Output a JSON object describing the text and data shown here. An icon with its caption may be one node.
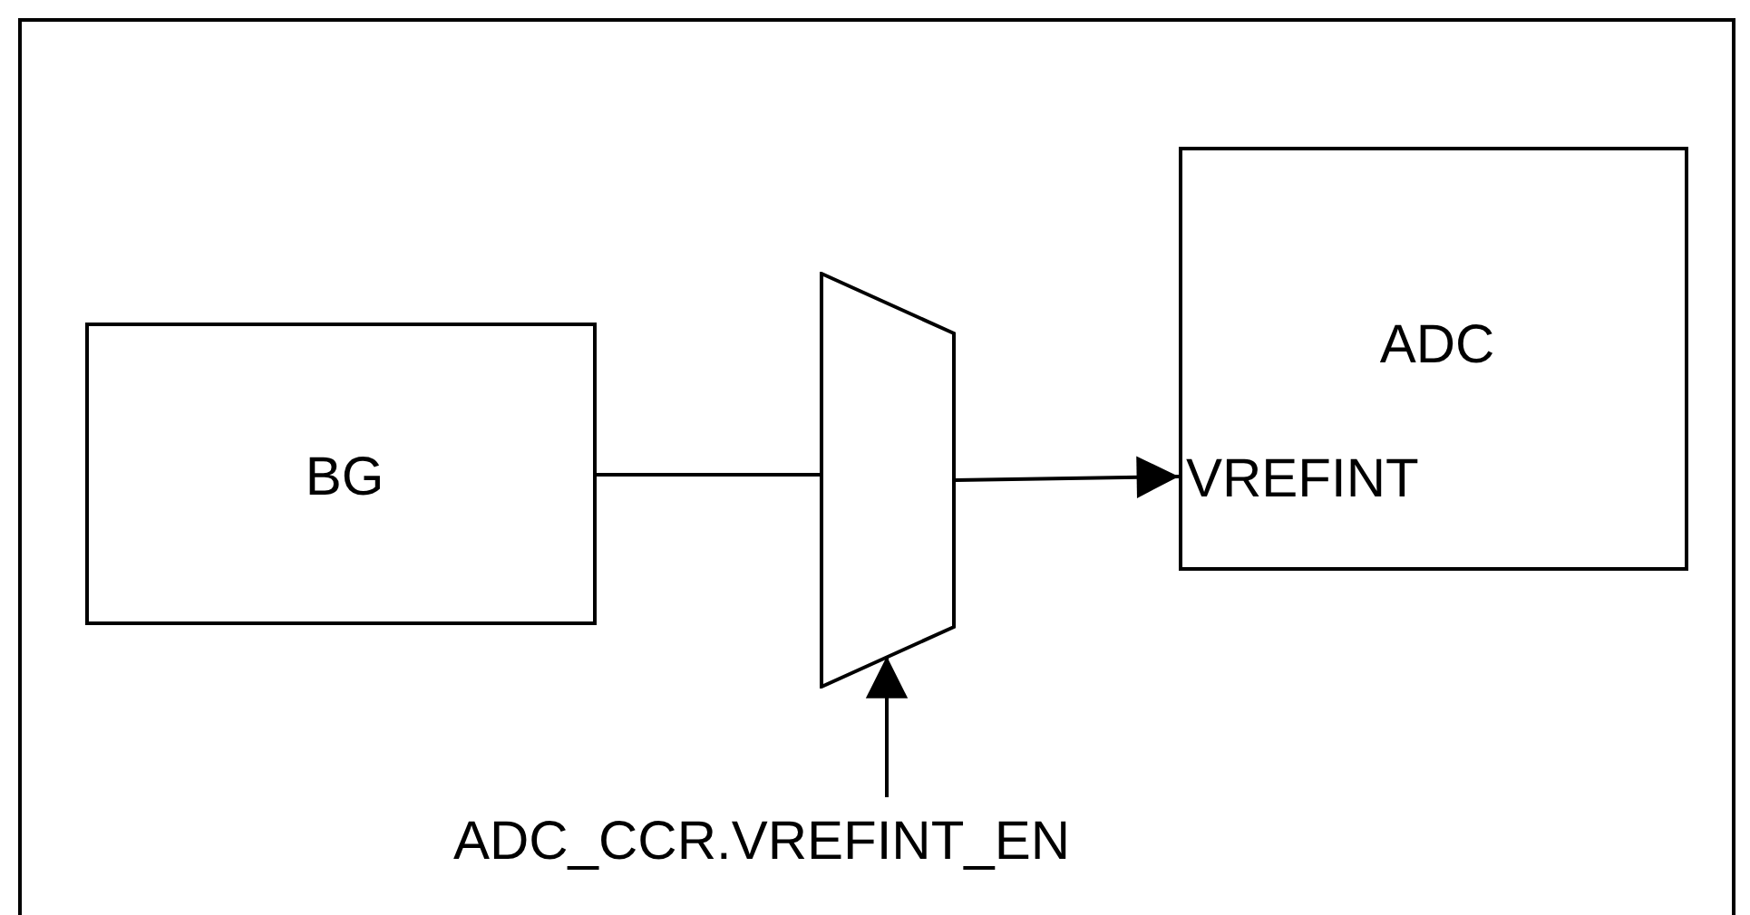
{
  "diagram": {
    "nodes": [
      {
        "text": [
          "BG"
        ]
      },
      {
        "text": [],
        "shape": "trapezoid"
      },
      {
        "text": [
          "ADC",
          "VREFINT"
        ]
      },
      {
        "text": [
          "ADC_CCR.VREFINT_EN"
        ]
      }
    ],
    "edges": [
      {
        "from": 0,
        "to": 1,
        "arrow": "none"
      },
      {
        "from": 1,
        "to": 2,
        "arrow": "to"
      },
      {
        "from": 3,
        "to": 1,
        "arrow": "to"
      }
    ]
  }
}
